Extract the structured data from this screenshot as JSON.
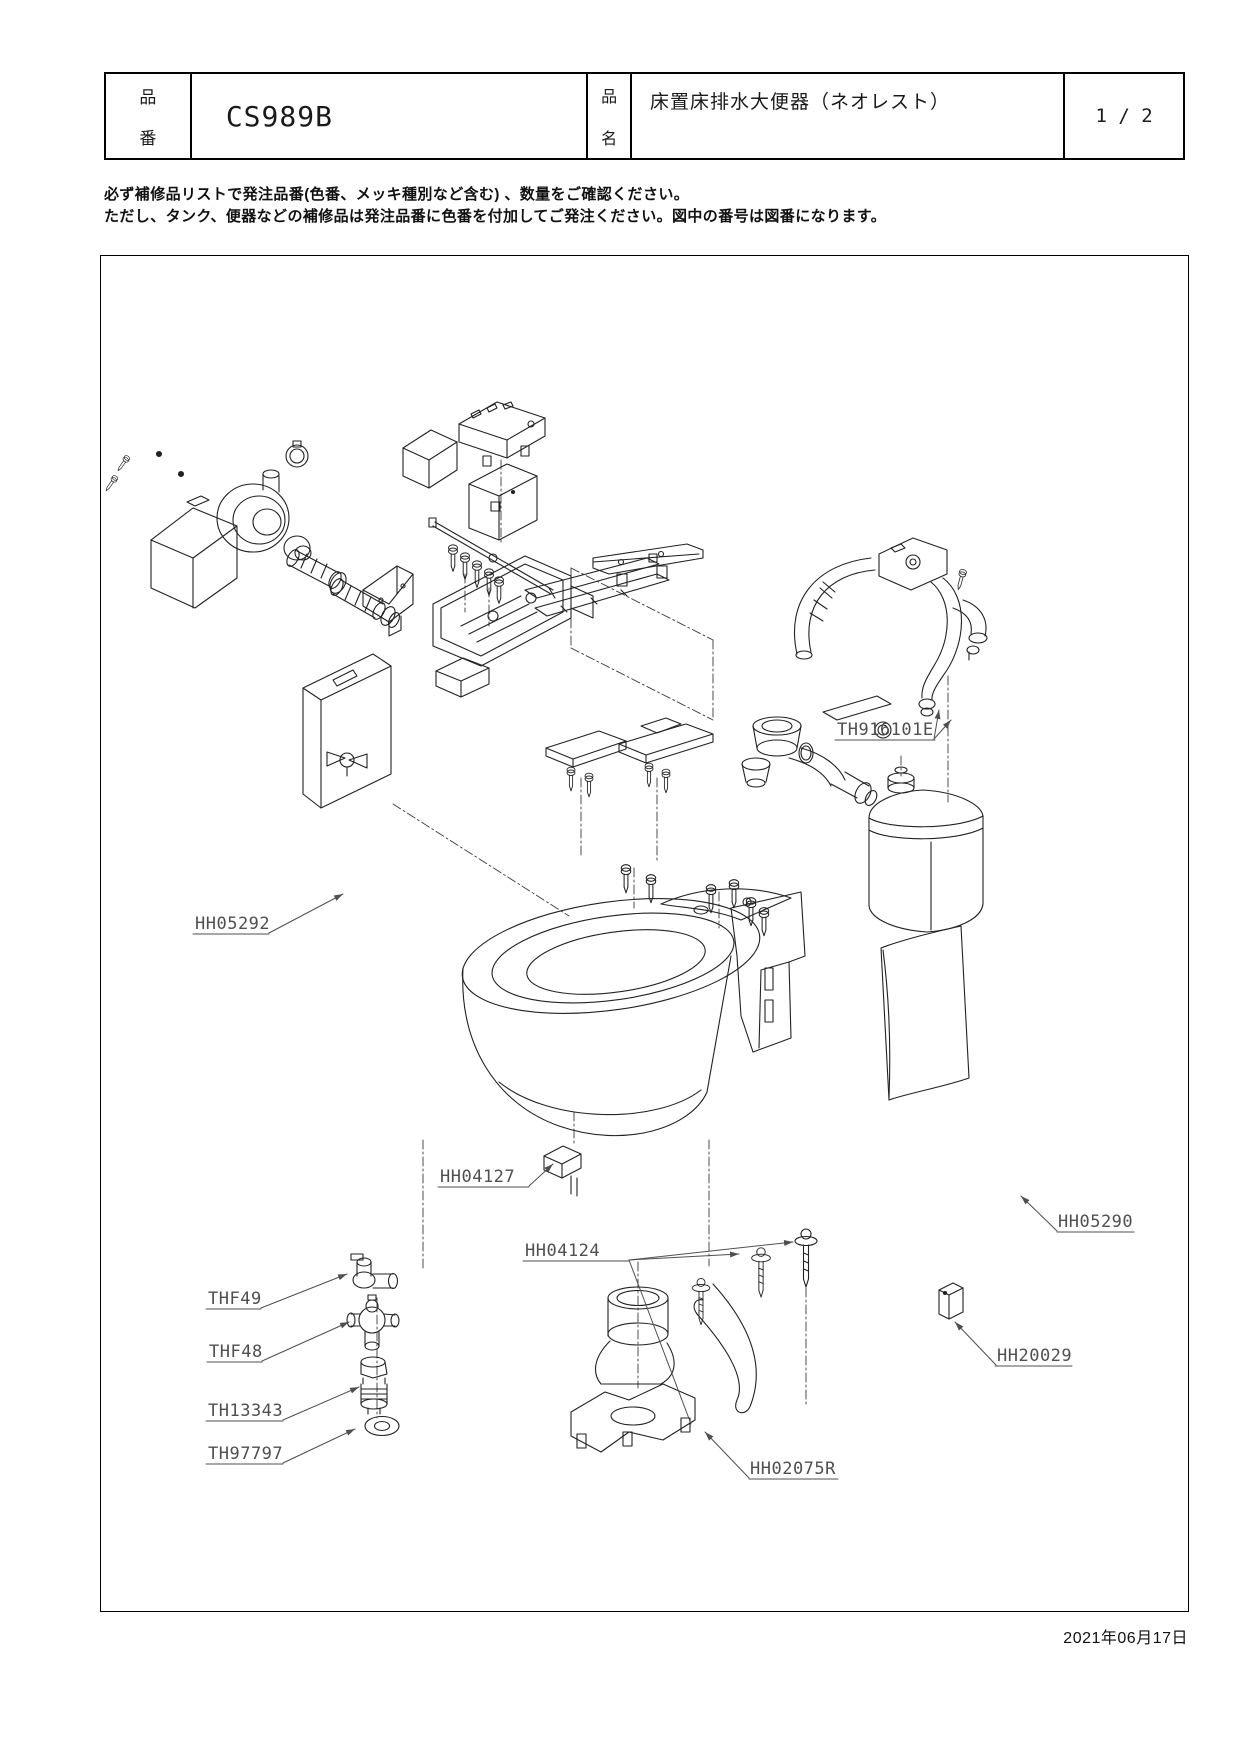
{
  "header": {
    "part_no_label_top": "品",
    "part_no_label_bottom": "番",
    "part_number": "CS989B",
    "name_label_top": "品",
    "name_label_bottom": "名",
    "product_name": "床置床排水大便器（ネオレスト）",
    "page_indicator": "1 / 2"
  },
  "notes": {
    "line1": "必ず補修品リストで発注品番(色番、メッキ種別など含む) 、数量をご確認ください。",
    "line2": "ただし、タンク、便器などの補修品は発注品番に色番を付加してご発注ください。図中の番号は図番になります。"
  },
  "diagram": {
    "part_labels": [
      {
        "text": "TH916101E"
      },
      {
        "text": "HH05292"
      },
      {
        "text": "HH04127"
      },
      {
        "text": "HH04124"
      },
      {
        "text": "THF49"
      },
      {
        "text": "THF48"
      },
      {
        "text": "TH13343"
      },
      {
        "text": "TH97797"
      },
      {
        "text": "HH02075R"
      },
      {
        "text": "HH05290"
      },
      {
        "text": "HH20029"
      }
    ]
  },
  "footer": {
    "date": "2021年06月17日"
  }
}
